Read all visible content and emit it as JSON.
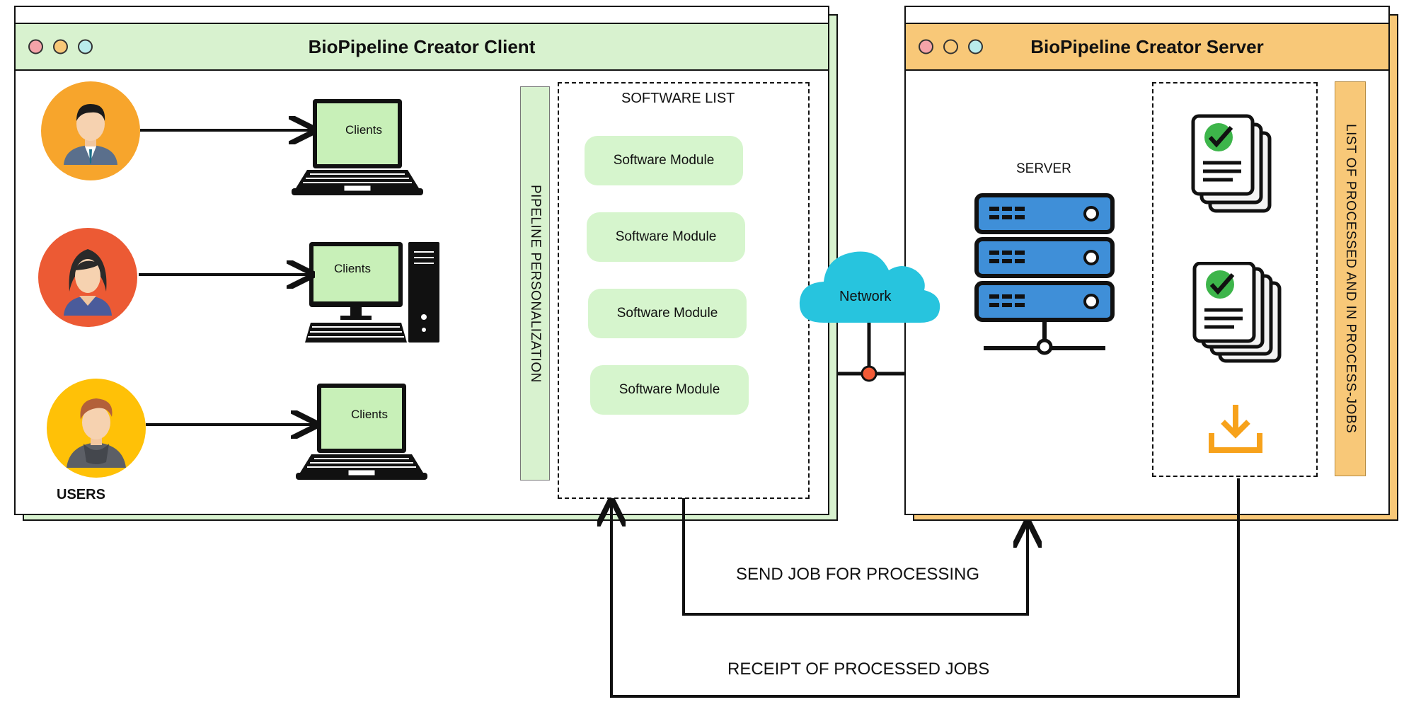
{
  "client_window": {
    "title": "BioPipeline  Creator Client",
    "accent": "#d8f2cf",
    "side_bar_label": "PIPELINE PERSONALIZATION",
    "users_label": "USERS",
    "clients": [
      {
        "label": "Clients",
        "device": "laptop-icon"
      },
      {
        "label": "Clients",
        "device": "desktop-computer-icon"
      },
      {
        "label": "Clients",
        "device": "laptop-icon"
      }
    ],
    "software_list": {
      "title": "SOFTWARE LIST",
      "modules": [
        "Software Module",
        "Software Module",
        "Software Module",
        "Software Module"
      ]
    }
  },
  "server_window": {
    "title": "BioPipeline Creator Server",
    "accent": "#f8c878",
    "server_label": "SERVER",
    "side_bar_label": "LIST OF PROCESSED AND IN PROCESS-JOBS"
  },
  "network": {
    "label": "Network",
    "color": "#27c4de"
  },
  "flows": {
    "send": "SEND JOB FOR PROCESSING",
    "receive": "RECEIPT OF PROCESSED JOBS"
  }
}
